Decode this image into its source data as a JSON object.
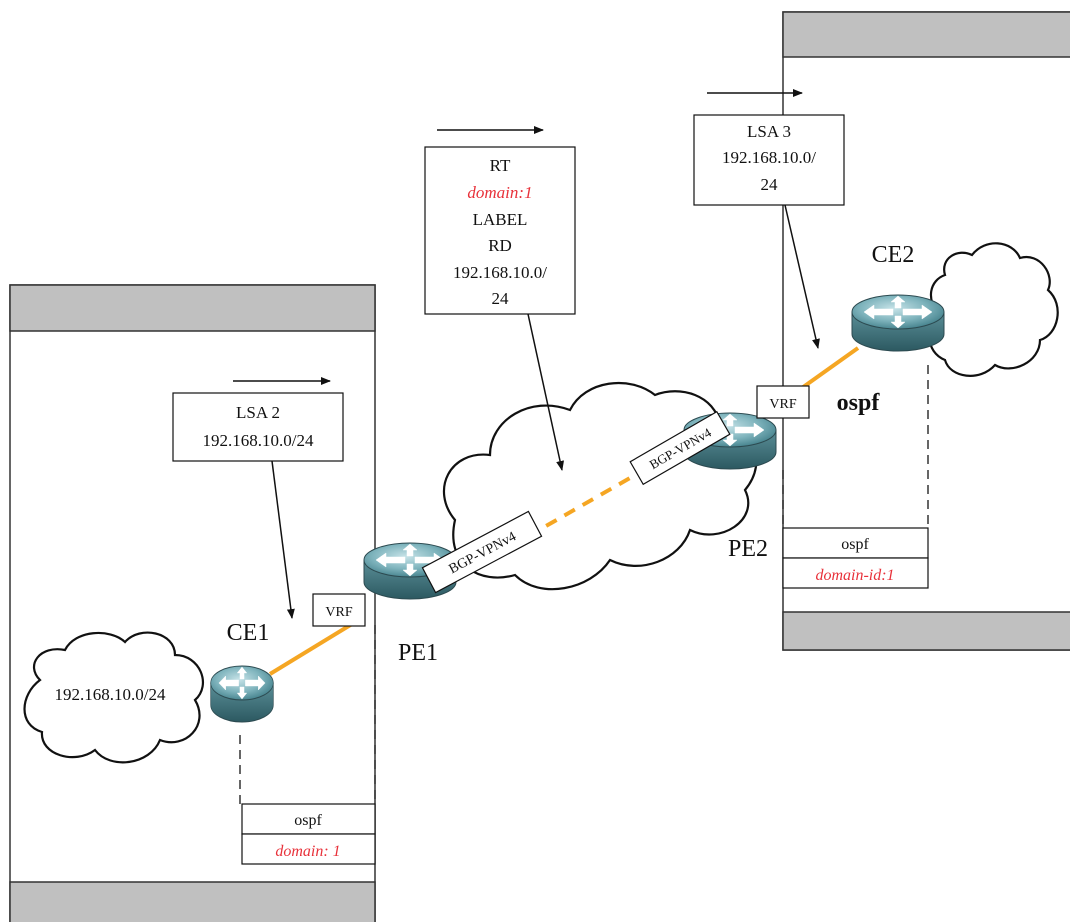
{
  "devices": {
    "ce1": "CE1",
    "ce2": "CE2",
    "pe1": "PE1",
    "pe2": "PE2"
  },
  "networks": {
    "ce1_network": "192.168.10.0/24"
  },
  "vrf": {
    "pe1": "VRF",
    "pe2": "VRF"
  },
  "links": {
    "pe1_session": "BGP-VPNv4",
    "pe2_session": "BGP-VPNv4",
    "ce2_protocol": "ospf"
  },
  "lsa2_box": {
    "line1": "LSA 2",
    "line2": "192.168.10.0/24"
  },
  "bgp_box": {
    "line1": "RT",
    "line2": "domain:1",
    "line3": "LABEL",
    "line4": "RD",
    "line5": "192.168.10.0/",
    "line6": "24"
  },
  "lsa3_box": {
    "line1": "LSA 3",
    "line2": "192.168.10.0/",
    "line3": "24"
  },
  "ospf_left": {
    "name": "ospf",
    "domain": "domain: 1"
  },
  "ospf_right": {
    "name": "ospf",
    "domain": "domain-id:1"
  },
  "colors": {
    "panel_bar": "#c0c0c0",
    "link_orange": "#f5a623",
    "domain_red": "#e8313a",
    "router_teal": "#5f9ea8"
  }
}
